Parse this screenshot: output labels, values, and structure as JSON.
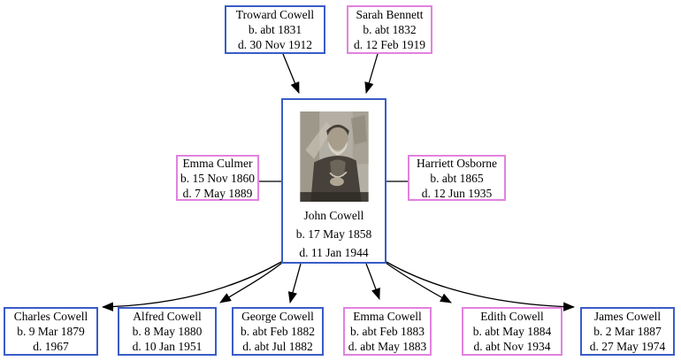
{
  "title": "Cowell family tree diagram",
  "colors": {
    "male_border": "#3a5cc7",
    "female_border": "#e282de",
    "edge_line": "#000000",
    "background": "#ffffff",
    "text": "#000000"
  },
  "persons": [
    {
      "id": "troward-cowell",
      "name": "Troward Cowell",
      "birth": "b. abt 1831",
      "death": "d. 30 Nov 1912",
      "sex": "male"
    },
    {
      "id": "sarah-bennett",
      "name": "Sarah Bennett",
      "birth": "b. abt 1832",
      "death": "d. 12 Feb 1919",
      "sex": "female"
    },
    {
      "id": "john-cowell",
      "name": "John Cowell",
      "birth": "b. 17 May 1858",
      "death": "d. 11 Jan 1944",
      "sex": "male",
      "has_photo": true,
      "photo_alt": "black-and-white seated portrait of John Cowell"
    },
    {
      "id": "emma-culmer",
      "name": "Emma Culmer",
      "birth": "b. 15 Nov 1860",
      "death": "d. 7 May 1889",
      "sex": "female"
    },
    {
      "id": "harriett-osborne",
      "name": "Harriett Osborne",
      "birth": "b. abt 1865",
      "death": "d. 12 Jun 1935",
      "sex": "female"
    },
    {
      "id": "charles-cowell",
      "name": "Charles Cowell",
      "birth": "b. 9 Mar 1879",
      "death": "d. 1967",
      "sex": "male"
    },
    {
      "id": "alfred-cowell",
      "name": "Alfred Cowell",
      "birth": "b. 8 May 1880",
      "death": "d. 10 Jan 1951",
      "sex": "male"
    },
    {
      "id": "george-cowell",
      "name": "George Cowell",
      "birth": "b. abt Feb 1882",
      "death": "d. abt Jul 1882",
      "sex": "male"
    },
    {
      "id": "emma-cowell",
      "name": "Emma Cowell",
      "birth": "b. abt Feb 1883",
      "death": "d. abt May 1883",
      "sex": "female"
    },
    {
      "id": "edith-cowell",
      "name": "Edith Cowell",
      "birth": "b. abt May 1884",
      "death": "d. abt Nov 1934",
      "sex": "female"
    },
    {
      "id": "james-cowell",
      "name": "James Cowell",
      "birth": "b. 2 Mar 1887",
      "death": "d. 27 May 1974",
      "sex": "male"
    }
  ],
  "edges": [
    {
      "from": "Troward Cowell",
      "to": "John Cowell",
      "type": "parent-arrow"
    },
    {
      "from": "Sarah Bennett",
      "to": "John Cowell",
      "type": "parent-arrow"
    },
    {
      "from": "Emma Culmer",
      "to": "John Cowell",
      "type": "spouse-line"
    },
    {
      "from": "John Cowell",
      "to": "Harriett Osborne",
      "type": "spouse-line"
    },
    {
      "from": "John Cowell",
      "to": "Charles Cowell",
      "type": "child-arrow"
    },
    {
      "from": "John Cowell",
      "to": "Alfred Cowell",
      "type": "child-arrow"
    },
    {
      "from": "John Cowell",
      "to": "George Cowell",
      "type": "child-arrow"
    },
    {
      "from": "John Cowell",
      "to": "Emma Cowell",
      "type": "child-arrow"
    },
    {
      "from": "John Cowell",
      "to": "Edith Cowell",
      "type": "child-arrow"
    },
    {
      "from": "John Cowell",
      "to": "James Cowell",
      "type": "child-arrow"
    }
  ]
}
